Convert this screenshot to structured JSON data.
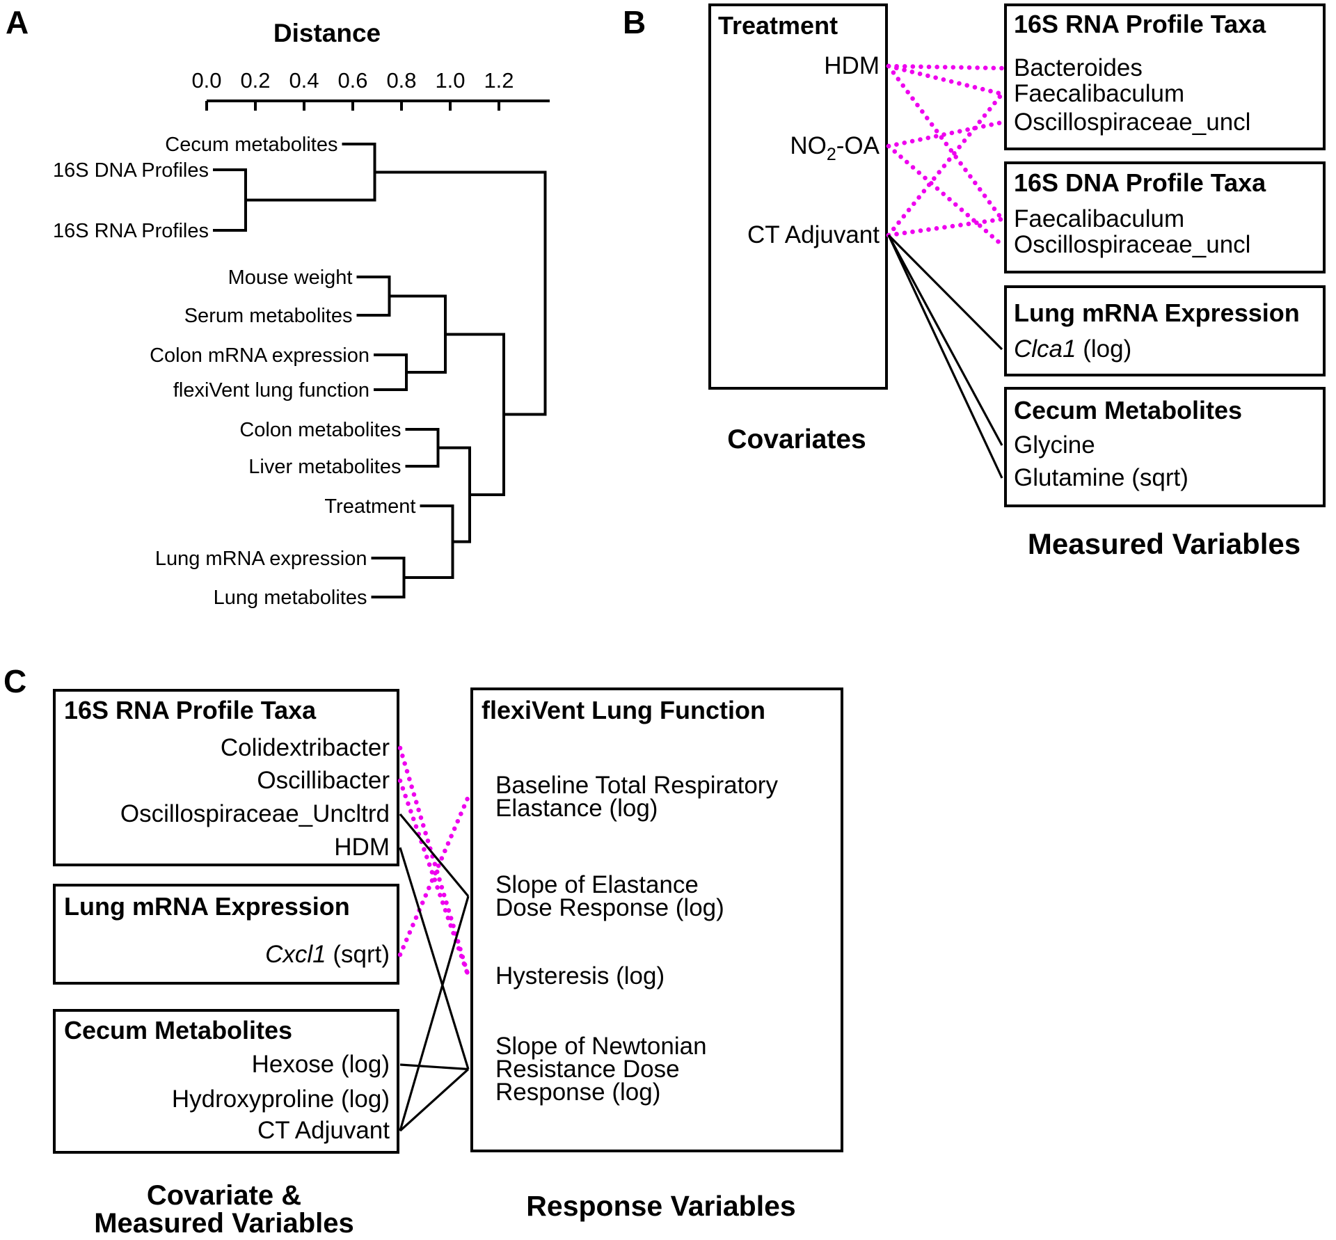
{
  "figure_labels": {
    "a": "A",
    "b": "B",
    "c": "C"
  },
  "colors": {
    "magenta": "#EE00EE",
    "line": "#000000"
  },
  "panel_a": {
    "chart_data": {
      "type": "dendrogram",
      "title": "Distance",
      "orientation": "horizontal",
      "axis": {
        "label": "Distance",
        "ticks": [
          0.0,
          0.2,
          0.4,
          0.6,
          0.8,
          1.0,
          1.2
        ],
        "range": [
          0,
          1.39
        ],
        "grid": false
      },
      "leaves": [
        "Cecum metabolites",
        "16S DNA Profiles",
        "16S RNA Profiles",
        "Mouse weight",
        "Serum metabolites",
        "Colon mRNA expression",
        "flexiVent lung function",
        "Colon metabolites",
        "Liver metabolites",
        "Treatment",
        "Lung mRNA expression",
        "Lung metabolites"
      ],
      "tree": {
        "d": 1.39,
        "children": [
          {
            "d": 0.69,
            "children": [
              {
                "leaf": "Cecum metabolites"
              },
              {
                "d": 0.16,
                "children": [
                  {
                    "leaf": "16S DNA Profiles"
                  },
                  {
                    "leaf": "16S RNA Profiles"
                  }
                ]
              }
            ]
          },
          {
            "d": 1.22,
            "children": [
              {
                "d": 0.98,
                "children": [
                  {
                    "d": 0.75,
                    "children": [
                      {
                        "leaf": "Mouse weight"
                      },
                      {
                        "leaf": "Serum metabolites"
                      }
                    ]
                  },
                  {
                    "d": 0.82,
                    "children": [
                      {
                        "leaf": "Colon mRNA expression"
                      },
                      {
                        "leaf": "flexiVent lung function"
                      }
                    ]
                  }
                ]
              },
              {
                "d": 1.08,
                "children": [
                  {
                    "d": 0.95,
                    "children": [
                      {
                        "leaf": "Colon metabolites"
                      },
                      {
                        "leaf": "Liver metabolites"
                      }
                    ]
                  },
                  {
                    "d": 1.01,
                    "children": [
                      {
                        "leaf": "Treatment"
                      },
                      {
                        "d": 0.81,
                        "children": [
                          {
                            "leaf": "Lung mRNA expression"
                          },
                          {
                            "leaf": "Lung metabolites"
                          }
                        ]
                      }
                    ]
                  }
                ]
              }
            ]
          }
        ]
      }
    }
  },
  "panel_b": {
    "treatment_box": {
      "title": "Treatment",
      "items": [
        {
          "label": "HDM"
        },
        {
          "pre": "NO",
          "sub": "2",
          "post": "-OA"
        },
        {
          "label": "CT Adjuvant"
        }
      ]
    },
    "covariates_label": "Covariates",
    "measured_label": "Measured Variables",
    "groups": [
      {
        "title": "16S RNA Profile Taxa",
        "items": [
          {
            "label": "Bacteroides"
          },
          {
            "label": "Faecalibaculum"
          },
          {
            "label": "Oscillospiraceae_uncl"
          }
        ]
      },
      {
        "title": "16S DNA Profile Taxa",
        "items": [
          {
            "label": "Faecalibaculum"
          },
          {
            "label": "Oscillospiraceae_uncl"
          }
        ]
      },
      {
        "title": "Lung mRNA Expression",
        "items": [
          {
            "gene": "Clca1",
            "rest": " (log)"
          }
        ]
      },
      {
        "title": "Cecum Metabolites",
        "items": [
          {
            "label": "Glycine"
          },
          {
            "label": "Glutamine (sqrt)"
          }
        ]
      }
    ],
    "edges": [
      {
        "from": "b-hdm",
        "to": "b-bacteroides",
        "style": "magenta"
      },
      {
        "from": "b-hdm",
        "to": "b-faec-rna",
        "style": "magenta"
      },
      {
        "from": "b-hdm",
        "to": "b-faec-dna",
        "style": "magenta"
      },
      {
        "from": "b-no2oa",
        "to": "b-osc-rna",
        "style": "magenta"
      },
      {
        "from": "b-no2oa",
        "to": "b-osc-dna",
        "style": "magenta"
      },
      {
        "from": "b-ct",
        "to": "b-faec-rna",
        "style": "magenta"
      },
      {
        "from": "b-ct",
        "to": "b-faec-dna",
        "style": "magenta"
      },
      {
        "from": "b-ct",
        "to": "b-clca1",
        "style": "black"
      },
      {
        "from": "b-ct",
        "to": "b-glycine",
        "style": "black"
      },
      {
        "from": "b-ct",
        "to": "b-glutamine",
        "style": "black"
      }
    ]
  },
  "panel_c": {
    "left_groups": [
      {
        "title": "16S RNA Profile Taxa",
        "items": [
          {
            "label": "Colidextribacter"
          },
          {
            "label": "Oscillibacter"
          },
          {
            "label": "Oscillospiraceae_Uncltrd"
          },
          {
            "label": "HDM"
          }
        ]
      },
      {
        "title": "Lung mRNA Expression",
        "items": [
          {
            "gene": "Cxcl1",
            "rest": " (sqrt)"
          }
        ]
      },
      {
        "title": "Cecum Metabolites",
        "items": [
          {
            "label": "Hexose (log)"
          },
          {
            "label": "Hydroxyproline (log)"
          },
          {
            "label": "CT Adjuvant"
          }
        ]
      }
    ],
    "flexivent_box": {
      "title": "flexiVent Lung Function",
      "items": [
        {
          "lines": [
            "Baseline Total Respiratory",
            "Elastance (log)"
          ]
        },
        {
          "lines": [
            "Slope of Elastance",
            "Dose Response (log)"
          ]
        },
        {
          "lines": [
            "Hysteresis (log)"
          ]
        },
        {
          "lines": [
            "Slope of Newtonian",
            "Resistance Dose",
            "Response (log)"
          ]
        }
      ]
    },
    "left_label_line1": "Covariate &",
    "left_label_line2": "Measured Variables",
    "response_label": "Response Variables",
    "edges": [
      {
        "from": "c-colidextribacter",
        "to": "c-hysteresis",
        "style": "magenta"
      },
      {
        "from": "c-oscillibacter",
        "to": "c-hysteresis",
        "style": "magenta"
      },
      {
        "from": "c-cxcl1",
        "to": "c-baseline",
        "style": "magenta"
      },
      {
        "from": "c-osc-uncltrd",
        "to": "c-slope-elastance",
        "style": "black"
      },
      {
        "from": "c-hdm",
        "to": "c-newtonian",
        "style": "black"
      },
      {
        "from": "c-hexose",
        "to": "c-newtonian",
        "style": "black"
      },
      {
        "from": "c-ct-adjuvant",
        "to": "c-newtonian",
        "style": "black"
      },
      {
        "from": "c-ct-adjuvant",
        "to": "c-slope-elastance",
        "style": "black"
      }
    ]
  }
}
